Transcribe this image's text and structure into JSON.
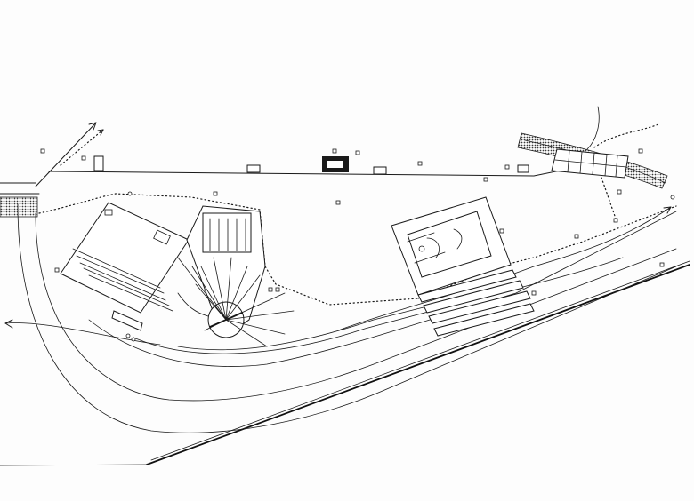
{
  "diagram": {
    "kind": "railway-yard-site-plan",
    "labels": [],
    "colors": {
      "ink": "#1a1a1a",
      "paper": "#fdfdfd",
      "hatch": "#3a3a3a"
    },
    "elements": [
      "turntable",
      "roundhouse",
      "engine-shed",
      "station-building",
      "platforms",
      "bridge",
      "boundary-fence",
      "main-line",
      "yard-tracks"
    ]
  }
}
